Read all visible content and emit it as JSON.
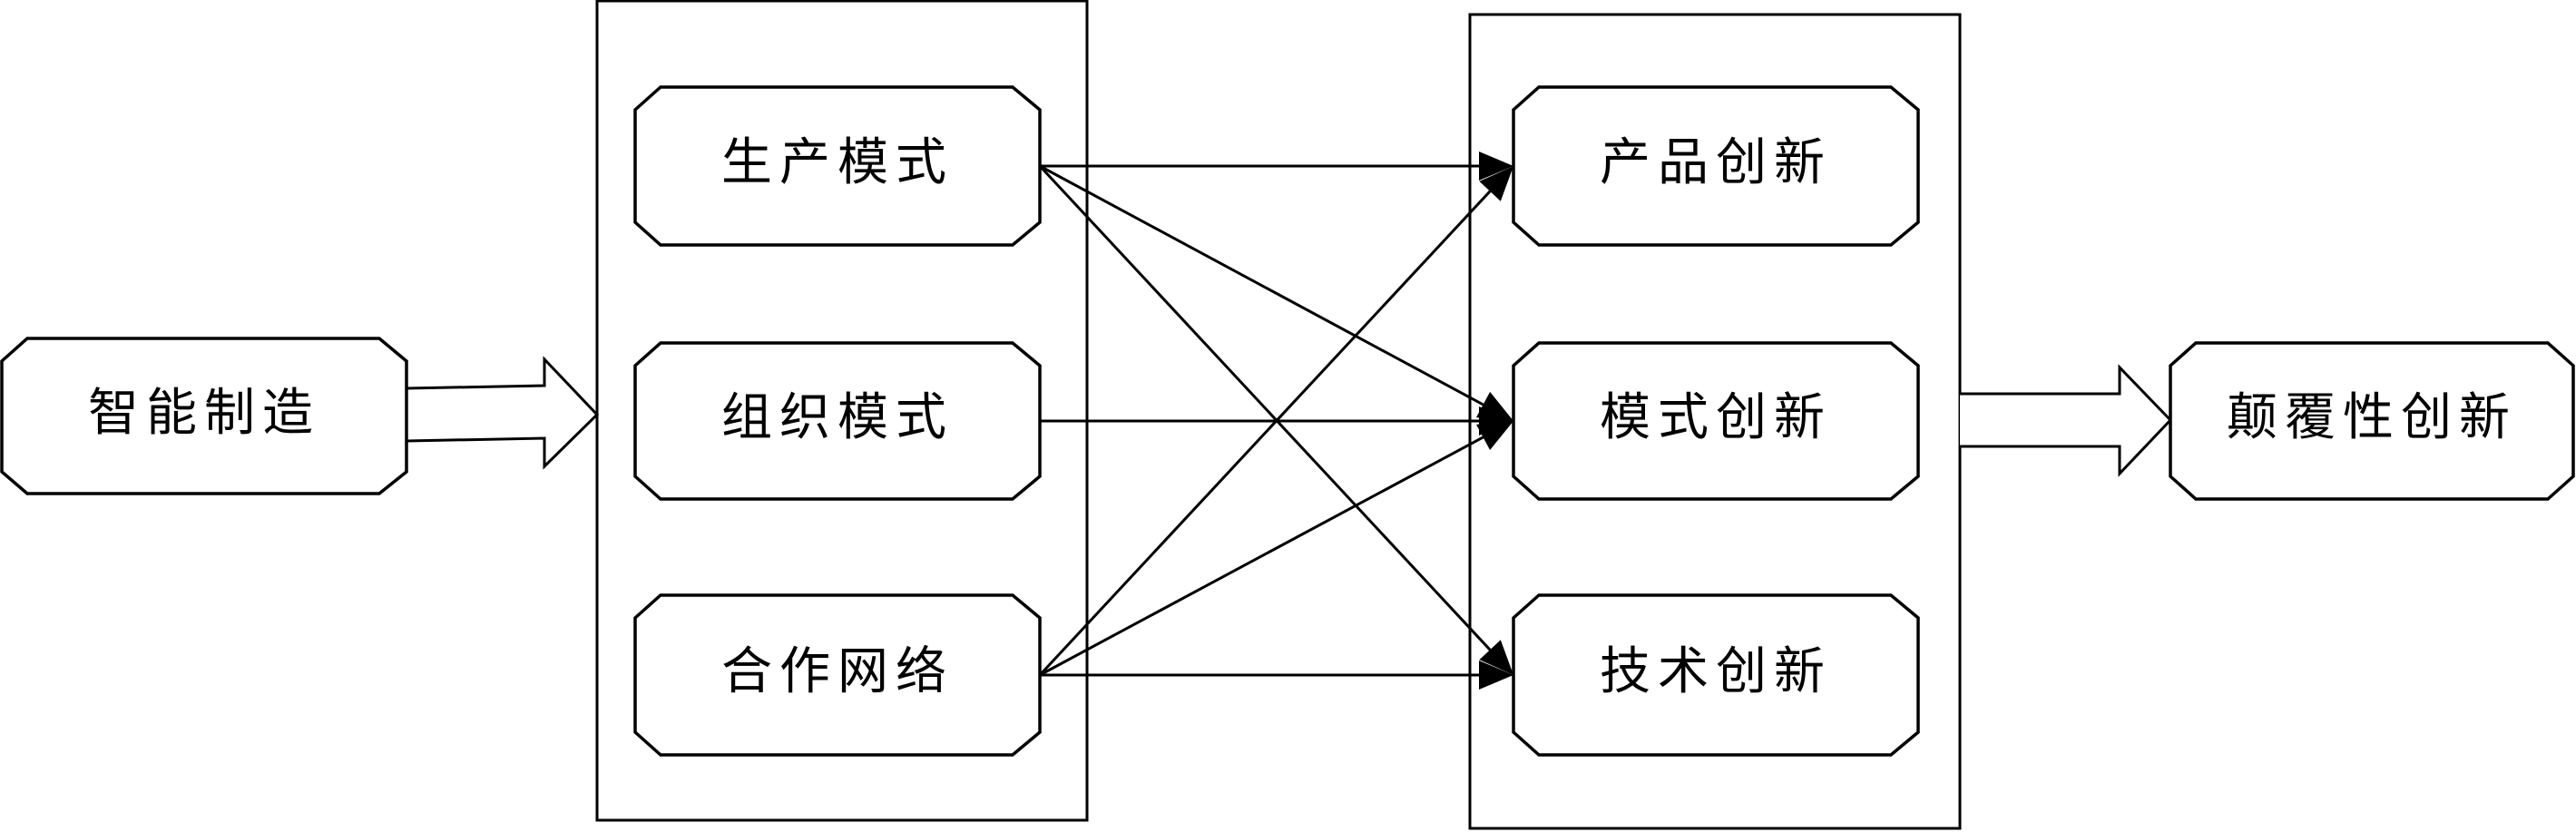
{
  "diagram": {
    "source": {
      "label": "智能制造"
    },
    "mechanisms": [
      {
        "id": "m1",
        "label": "生产模式"
      },
      {
        "id": "m2",
        "label": "组织模式"
      },
      {
        "id": "m3",
        "label": "合作网络"
      }
    ],
    "innovations": [
      {
        "id": "i1",
        "label": "产品创新"
      },
      {
        "id": "i2",
        "label": "模式创新"
      },
      {
        "id": "i3",
        "label": "技术创新"
      }
    ],
    "outcome": {
      "label": "颠覆性创新"
    },
    "links": [
      {
        "from": "m1",
        "to": "i1"
      },
      {
        "from": "m1",
        "to": "i2"
      },
      {
        "from": "m1",
        "to": "i3"
      },
      {
        "from": "m2",
        "to": "i2"
      },
      {
        "from": "m3",
        "to": "i1"
      },
      {
        "from": "m3",
        "to": "i2"
      },
      {
        "from": "m3",
        "to": "i3"
      }
    ]
  }
}
